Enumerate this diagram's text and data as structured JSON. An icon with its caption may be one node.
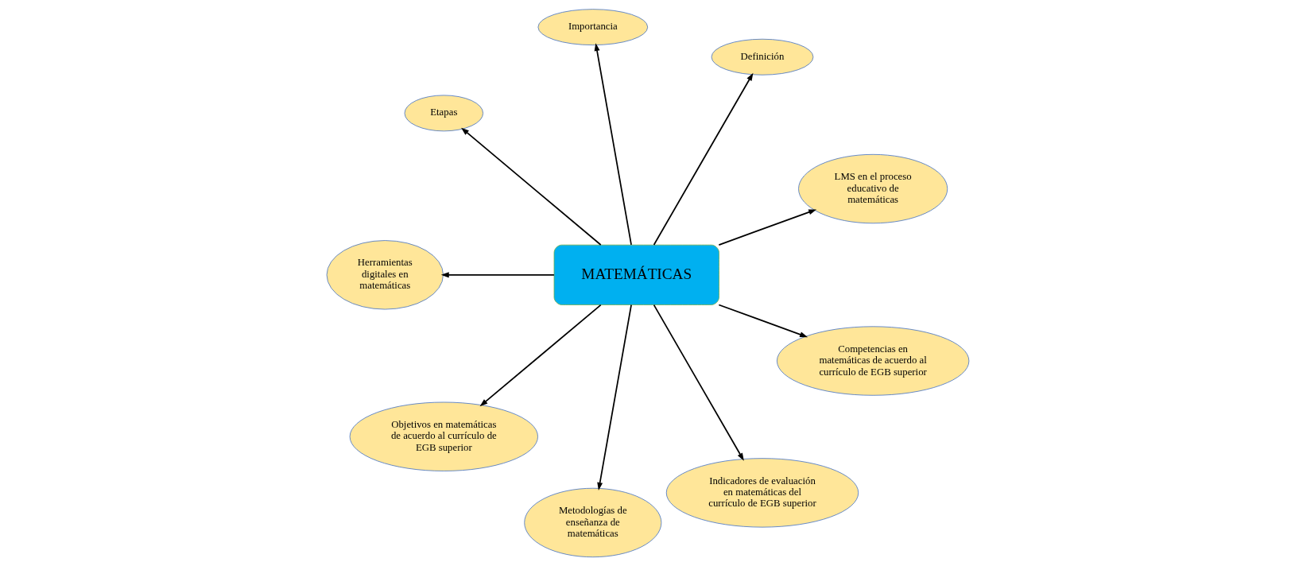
{
  "diagram": {
    "nodes": [
      {
        "text": [
          "LMS en el proceso educativo de matemáticas"
        ]
      },
      {
        "text": [
          "Definición"
        ]
      },
      {
        "text": [
          "Importancia"
        ]
      },
      {
        "text": [
          "Etapas"
        ]
      },
      {
        "text": [
          "Herramientas digitales en matemáticas"
        ]
      },
      {
        "text": [
          "MATEMÁTICAS"
        ]
      },
      {
        "text": [
          "Objetivos en matemáticas de acuerdo al currículo de EGB superior"
        ]
      },
      {
        "text": [
          "Metodologías de enseñanza de matemáticas"
        ]
      },
      {
        "text": [
          "Indicadores de evaluación en matemáticas del currículo de EGB superior"
        ]
      },
      {
        "text": [
          "Competencias en matemáticas de acuerdo al currículo de EGB superior"
        ]
      }
    ],
    "edges": [
      {
        "from": 5,
        "to": 0,
        "arrow": "to"
      },
      {
        "from": 5,
        "to": 1,
        "arrow": "to"
      },
      {
        "from": 5,
        "to": 2,
        "arrow": "to"
      },
      {
        "from": 5,
        "to": 3,
        "arrow": "to"
      },
      {
        "from": 5,
        "to": 4,
        "arrow": "to"
      },
      {
        "from": 5,
        "to": 6,
        "arrow": "to"
      },
      {
        "from": 5,
        "to": 7,
        "arrow": "to"
      },
      {
        "from": 5,
        "to": 8,
        "arrow": "to"
      },
      {
        "from": 5,
        "to": 9,
        "arrow": "to"
      }
    ]
  }
}
